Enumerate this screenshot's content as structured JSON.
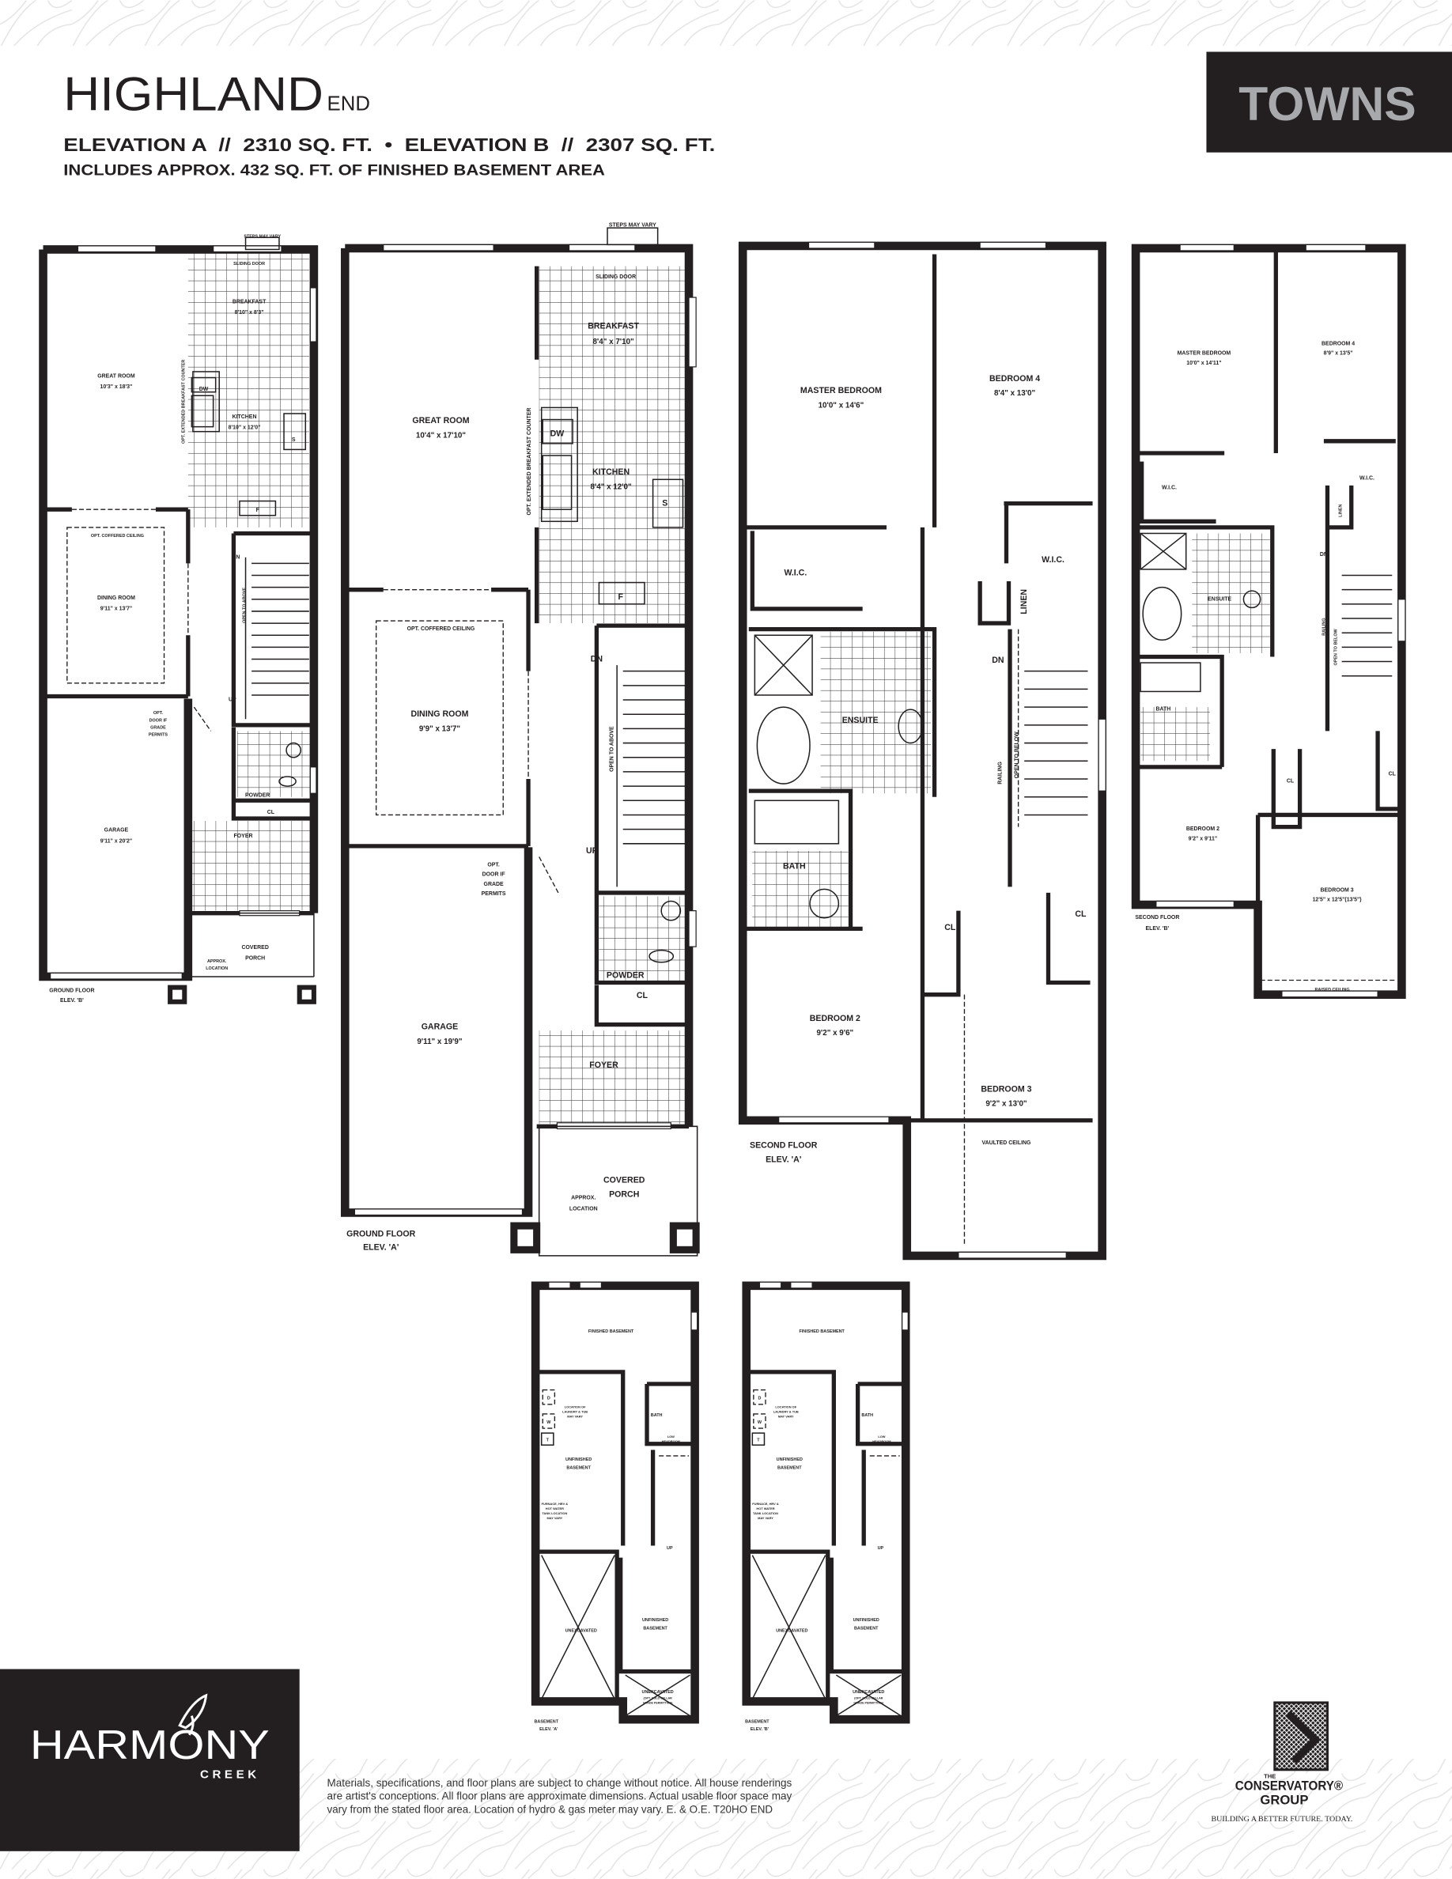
{
  "header": {
    "title": "HIGHLAND",
    "title_suffix": "END",
    "elevations": "ELEVATION A  //  2310 SQ. FT.  •  ELEVATION B  //  2307 SQ. FT.",
    "basement_note": "INCLUDES APPROX. 432 SQ. FT. OF FINISHED BASEMENT AREA",
    "badge": "TOWNS"
  },
  "colors": {
    "ink": "#231f20",
    "badge_text": "#a7a9ac",
    "pattern": "#e6e6e6"
  },
  "plans": {
    "ground_b": {
      "steps": "STEPS MAY VARY",
      "sliding": "SLIDING DOOR",
      "breakfast": "BREAKFAST",
      "breakfast_dim": "8'10\" x 8'3\"",
      "great": "GREAT ROOM",
      "great_dim": "10'3\" x 18'3\"",
      "counter": "OPT. EXTENDED BREAKFAST COUNTER",
      "dw": "DW",
      "kitchen": "KITCHEN",
      "kitchen_dim": "8'10\" x 12'0\"",
      "sink": "S",
      "fridge": "F",
      "coffered": "OPT. COFFERED CEILING",
      "dining": "DINING ROOM",
      "dining_dim": "9'11\" x 13'7\"",
      "dn": "DN",
      "open": "OPEN TO ABOVE",
      "up": "UP",
      "door1": "OPT.",
      "door2": "DOOR IF",
      "door3": "GRADE",
      "door4": "PERMITS",
      "powder": "POWDER",
      "cl": "CL",
      "garage": "GARAGE",
      "garage_dim": "9'11\" x 20'2\"",
      "foyer": "FOYER",
      "porch1": "COVERED",
      "porch2": "PORCH",
      "approx1": "APPROX.",
      "approx2": "LOCATION",
      "floor": "GROUND FLOOR",
      "elev": "ELEV. 'B'"
    },
    "ground_a": {
      "steps": "STEPS MAY VARY",
      "sliding": "SLIDING DOOR",
      "breakfast": "BREAKFAST",
      "breakfast_dim": "8'4\" x 7'10\"",
      "great": "GREAT ROOM",
      "great_dim": "10'4\" x 17'10\"",
      "counter": "OPT. EXTENDED BREAKFAST COUNTER",
      "dw": "DW",
      "kitchen": "KITCHEN",
      "kitchen_dim": "8'4\" x 12'0\"",
      "sink": "S",
      "fridge": "F",
      "coffered": "OPT. COFFERED CEILING",
      "dining": "DINING ROOM",
      "dining_dim": "9'9\" x 13'7\"",
      "dn": "DN",
      "open": "OPEN TO ABOVE",
      "up": "UP",
      "door1": "OPT.",
      "door2": "DOOR IF",
      "door3": "GRADE",
      "door4": "PERMITS",
      "powder": "POWDER",
      "cl": "CL",
      "garage": "GARAGE",
      "garage_dim": "9'11\" x 19'9\"",
      "foyer": "FOYER",
      "porch1": "COVERED",
      "porch2": "PORCH",
      "approx1": "APPROX.",
      "approx2": "LOCATION",
      "floor": "GROUND FLOOR",
      "elev": "ELEV. 'A'"
    },
    "second_a": {
      "master": "MASTER BEDROOM",
      "master_dim": "10'0\" x 14'6\"",
      "bed4": "BEDROOM 4",
      "bed4_dim": "8'4\" x 13'0\"",
      "wic1": "W.I.C.",
      "wic2": "W.I.C.",
      "linen": "LINEN",
      "dn": "DN",
      "ensuite": "ENSUITE",
      "railing": "RAILING",
      "open": "OPEN TO BELOW",
      "bath": "BATH",
      "cl1": "CL",
      "cl2": "CL",
      "bed2": "BEDROOM 2",
      "bed2_dim": "9'2\" x 9'6\"",
      "bed3": "BEDROOM 3",
      "bed3_dim": "9'2\" x 13'0\"",
      "ceiling": "VAULTED CEILING",
      "floor": "SECOND FLOOR",
      "elev": "ELEV. 'A'"
    },
    "second_b": {
      "master": "MASTER BEDROOM",
      "master_dim": "10'0\" x 14'11\"",
      "bed4": "BEDROOM 4",
      "bed4_dim": "8'9\" x 13'5\"",
      "wic1": "W.I.C.",
      "wic2": "W.I.C.",
      "linen": "LINEN",
      "dn": "DN",
      "ensuite": "ENSUITE",
      "railing": "RAILING",
      "open": "OPEN TO BELOW",
      "bath": "BATH",
      "cl1": "CL",
      "cl2": "CL",
      "bed2": "BEDROOM 2",
      "bed2_dim": "9'2\" x 9'11\"",
      "bed3": "BEDROOM 3",
      "bed3_dim": "12'5\" x 12'5\"(13'5\")",
      "ceiling": "RAISED CEILING",
      "floor": "SECOND FLOOR",
      "elev": "ELEV. 'B'"
    },
    "basement_a": {
      "finished": "FINISHED BASEMENT",
      "d": "D",
      "w": "W",
      "t": "T",
      "laundry1": "LOCATION OF",
      "laundry2": "LAUNDRY & TUB",
      "laundry3": "MAY VARY",
      "bath": "BATH",
      "low1": "LOW",
      "low2": "HEADROOM",
      "unf1a": "UNFINISHED",
      "unf1b": "BASEMENT",
      "furn1": "FURNACE, HRV &",
      "furn2": "HOT WATER",
      "furn3": "TANK LOCATION",
      "furn4": "MAY VARY",
      "up": "UP",
      "unex1": "UNEXCAVATED",
      "unf2a": "UNFINISHED",
      "unf2b": "BASEMENT",
      "unex2": "UNEXCAVATED",
      "cold1": "(OPT. COLD CELLAR",
      "cold2": "GRADE PERMITTING)",
      "floor": "BASEMENT",
      "elev": "ELEV. 'A'"
    },
    "basement_b": {
      "finished": "FINISHED BASEMENT",
      "d": "D",
      "w": "W",
      "t": "T",
      "laundry1": "LOCATION OF",
      "laundry2": "LAUNDRY & TUB",
      "laundry3": "MAY VARY",
      "bath": "BATH",
      "low1": "LOW",
      "low2": "HEADROOM",
      "unf1a": "UNFINISHED",
      "unf1b": "BASEMENT",
      "furn1": "FURNACE, HRV &",
      "furn2": "HOT WATER",
      "furn3": "TANK LOCATION",
      "furn4": "MAY VARY",
      "up": "UP",
      "unex1": "UNEXCAVATED",
      "unf2a": "UNFINISHED",
      "unf2b": "BASEMENT",
      "unex2": "UNEXCAVATED",
      "cold1": "(OPT. COLD CELLAR",
      "cold2": "GRADE PERMITTING)",
      "floor": "BASEMENT",
      "elev": "ELEV. 'B'"
    }
  },
  "footer": {
    "brand": "HARMONY",
    "brand_sub": "CREEK",
    "disclaimer": [
      "Materials, specifications, and floor plans are subject to change without notice. All house renderings",
      "are artist's conceptions. All floor plans are approximate dimensions. Actual usable floor space may",
      "vary from the stated floor area. Location of hydro & gas meter may vary. E. & O.E. T20HO END"
    ],
    "builder_the": "THE",
    "builder_name": "CONSERVATORY®",
    "builder_group": "GROUP",
    "builder_tagline": "BUILDING A BETTER FUTURE. TODAY."
  }
}
